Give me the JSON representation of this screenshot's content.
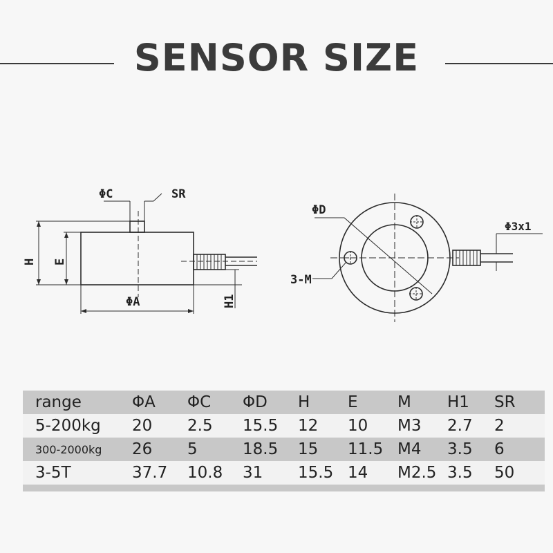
{
  "header": {
    "title": "SENSOR SIZE"
  },
  "side_view": {
    "labels": {
      "phi_c": "ΦC",
      "sr": "SR",
      "h": "H",
      "e": "E",
      "phi_a": "ΦA",
      "h1": "H1"
    }
  },
  "top_view": {
    "labels": {
      "phi_d": "ΦD",
      "three_m": "3-M",
      "cable": "Φ3x1"
    }
  },
  "table": {
    "headers": [
      "range",
      "ΦA",
      "ΦC",
      "ΦD",
      "H",
      "E",
      "M",
      "H1",
      "SR"
    ],
    "rows": [
      [
        "5-200kg",
        "20",
        "2.5",
        "15.5",
        "12",
        "10",
        "M3",
        "2.7",
        "2"
      ],
      [
        "300-2000kg",
        "26",
        "5",
        "18.5",
        "15",
        "11.5",
        "M4",
        "3.5",
        "6"
      ],
      [
        "3-5T",
        "37.7",
        "10.8",
        "31",
        "15.5",
        "14",
        "M2.5",
        "3.5",
        "50"
      ]
    ]
  },
  "colors": {
    "row_shade": "#c8c8c8",
    "line": "#2b2b2b"
  }
}
